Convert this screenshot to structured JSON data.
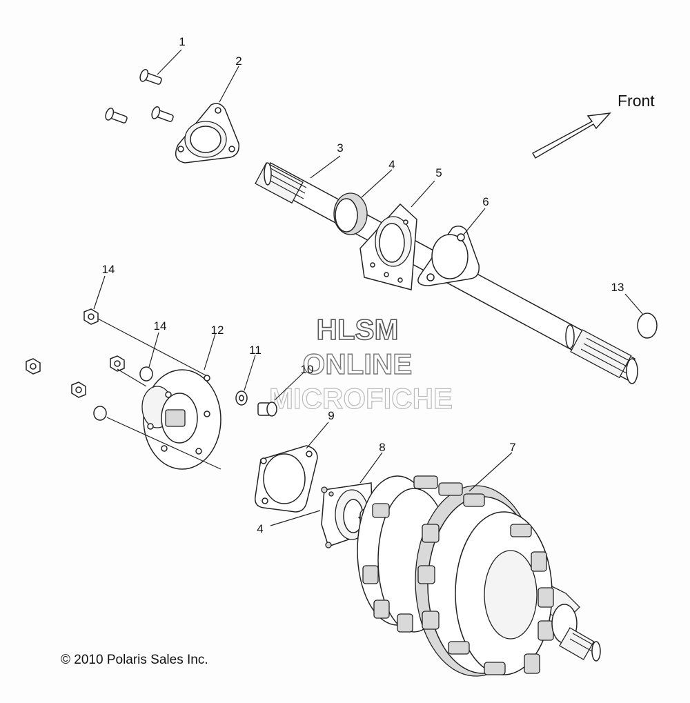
{
  "direction_label": "Front",
  "copyright": "© 2010 Polaris Sales Inc.",
  "watermark": {
    "line1": "HLSM",
    "line2": "ONLINE",
    "line3": "MICROFICHE"
  },
  "callouts": [
    "1",
    "2",
    "3",
    "4",
    "5",
    "6",
    "13",
    "14",
    "14",
    "12",
    "11",
    "10",
    "9",
    "8",
    "7",
    "4"
  ]
}
